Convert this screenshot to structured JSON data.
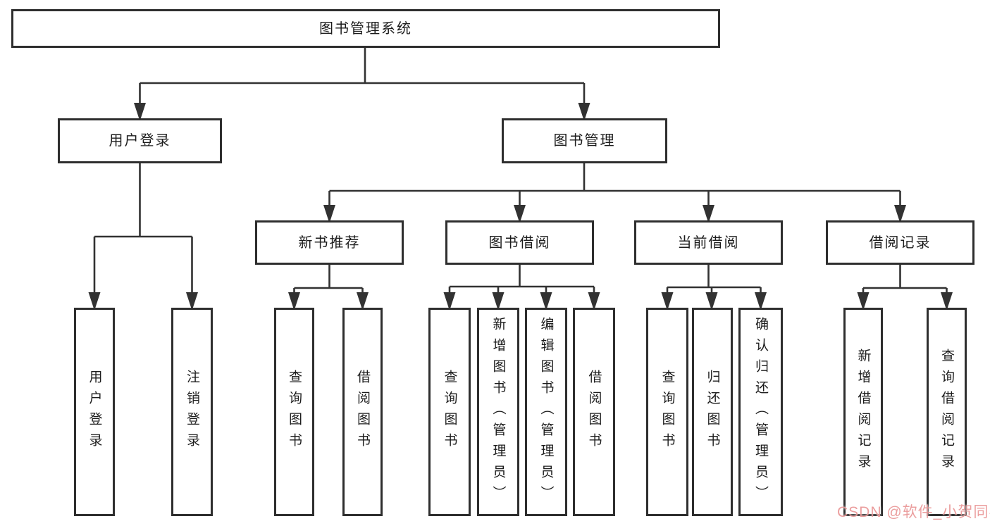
{
  "diagram": {
    "title": "图书管理系统",
    "nodes": [
      {
        "id": "root",
        "label": "图书管理系统"
      },
      {
        "id": "user-login",
        "label": "用户登录"
      },
      {
        "id": "book-mgmt",
        "label": "图书管理"
      },
      {
        "id": "new-book-rec",
        "label": "新书推荐"
      },
      {
        "id": "book-borrow",
        "label": "图书借阅"
      },
      {
        "id": "current-borrow",
        "label": "当前借阅"
      },
      {
        "id": "borrow-records",
        "label": "借阅记录"
      },
      {
        "id": "leaf-user-login",
        "label": "用户登录"
      },
      {
        "id": "leaf-logout",
        "label": "注销登录"
      },
      {
        "id": "leaf-nb-query",
        "label": "查询图书"
      },
      {
        "id": "leaf-nb-borrow",
        "label": "借阅图书"
      },
      {
        "id": "leaf-bb-query",
        "label": "查询图书"
      },
      {
        "id": "leaf-bb-add",
        "label": "新增图书（管理员）"
      },
      {
        "id": "leaf-bb-edit",
        "label": "编辑图书（管理员）"
      },
      {
        "id": "leaf-bb-borrow",
        "label": "借阅图书"
      },
      {
        "id": "leaf-cb-query",
        "label": "查询图书"
      },
      {
        "id": "leaf-cb-return",
        "label": "归还图书"
      },
      {
        "id": "leaf-cb-confirm",
        "label": "确认归还（管理员）"
      },
      {
        "id": "leaf-rec-add",
        "label": "新增借阅记录"
      },
      {
        "id": "leaf-rec-query",
        "label": "查询借阅记录"
      }
    ],
    "watermark": "CSDN @软件_小贺同学",
    "colors": {
      "line": "#323232",
      "box_border": "#2e2e2e",
      "text": "#1c1c1c",
      "watermark": "#e99494",
      "background": "#ffffff"
    }
  }
}
